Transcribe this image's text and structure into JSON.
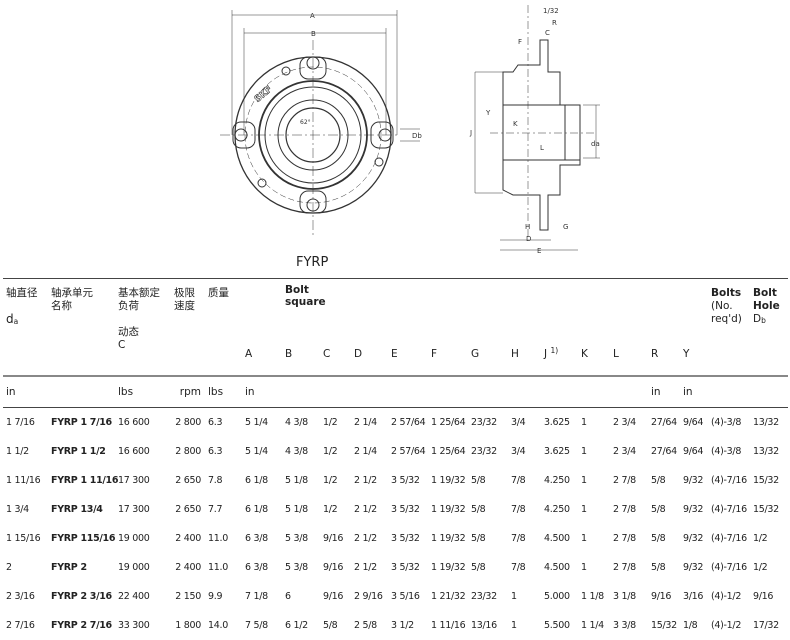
{
  "figure": {
    "caption": "FYRP",
    "logo_text": "SKF",
    "front_labels": {
      "A": "A",
      "B": "B",
      "Db": "Db",
      "angle": "62°"
    },
    "side_labels": {
      "t": "1/32",
      "R": "R",
      "C": "C",
      "F": "F",
      "Y": "Y",
      "K": "K",
      "J": "J",
      "L": "L",
      "da": "da",
      "H": "H",
      "G": "G",
      "D": "D",
      "E": "E"
    }
  },
  "table": {
    "headers": {
      "da_cn": "轴直径",
      "da_sym": "d",
      "da_sub": "a",
      "name_cn1": "轴承单元",
      "name_cn2": "名称",
      "load_cn1": "基本额定",
      "load_cn2": "负荷",
      "load_dyn": "动态",
      "load_sym": "C",
      "speed_cn1": "极限",
      "speed_cn2": "速度",
      "mass_cn": "质量",
      "bolt_square1": "Bolt",
      "bolt_square2": "square",
      "A": "A",
      "B": "B",
      "C": "C",
      "D": "D",
      "E": "E",
      "F": "F",
      "G": "G",
      "H": "H",
      "J": "J",
      "J_note": "1)",
      "K": "K",
      "L": "L",
      "R": "R",
      "Y": "Y",
      "bolts1": "Bolts",
      "bolts2": "(No.",
      "bolts3": "req'd)",
      "hole1": "Bolt",
      "hole2": "Hole",
      "hole_sym": "D",
      "hole_sub": "b"
    },
    "units": {
      "da": "in",
      "C": "lbs",
      "speed": "rpm",
      "mass": "lbs",
      "A": "in",
      "R": "in",
      "Y": "in"
    },
    "rows": [
      [
        "1 7/16",
        "FYRP 1 7/16",
        "16 600",
        "2 800",
        "6.3",
        "5 1/4",
        "4 3/8",
        "1/2",
        "2 1/4",
        "2 57/64",
        "1 25/64",
        "23/32",
        "3/4",
        "3.625",
        "1",
        "2 3/4",
        "27/64",
        "9/64",
        "(4)-3/8",
        "13/32"
      ],
      [
        "1 1/2",
        "FYRP 1 1/2",
        "16 600",
        "2 800",
        "6.3",
        "5 1/4",
        "4 3/8",
        "1/2",
        "2 1/4",
        "2 57/64",
        "1 25/64",
        "23/32",
        "3/4",
        "3.625",
        "1",
        "2 3/4",
        "27/64",
        "9/64",
        "(4)-3/8",
        "13/32"
      ],
      [
        "1 11/16",
        "FYRP 1 11/16",
        "17 300",
        "2 650",
        "7.8",
        "6 1/8",
        "5 1/8",
        "1/2",
        "2 1/2",
        "3 5/32",
        "1 19/32",
        "5/8",
        "7/8",
        "4.250",
        "1",
        "2 7/8",
        "5/8",
        "9/32",
        "(4)-7/16",
        "15/32"
      ],
      [
        "1 3/4",
        "FYRP 13/4",
        "17 300",
        "2 650",
        "7.7",
        "6 1/8",
        "5 1/8",
        "1/2",
        "2 1/2",
        "3 5/32",
        "1 19/32",
        "5/8",
        "7/8",
        "4.250",
        "1",
        "2 7/8",
        "5/8",
        "9/32",
        "(4)-7/16",
        "15/32"
      ],
      [
        "1 15/16",
        "FYRP 115/16",
        "19 000",
        "2 400",
        "11.0",
        "6 3/8",
        "5 3/8",
        "9/16",
        "2 1/2",
        "3 5/32",
        "1 19/32",
        "5/8",
        "7/8",
        "4.500",
        "1",
        "2 7/8",
        "5/8",
        "9/32",
        "(4)-7/16",
        "1/2"
      ],
      [
        "2",
        "FYRP 2",
        "19 000",
        "2 400",
        "11.0",
        "6 3/8",
        "5 3/8",
        "9/16",
        "2 1/2",
        "3 5/32",
        "1 19/32",
        "5/8",
        "7/8",
        "4.500",
        "1",
        "2 7/8",
        "5/8",
        "9/32",
        "(4)-7/16",
        "1/2"
      ],
      [
        "2 3/16",
        "FYRP 2 3/16",
        "22 400",
        "2 150",
        "9.9",
        "7 1/8",
        "6",
        "9/16",
        "2 9/16",
        "3 5/16",
        "1 21/32",
        "23/32",
        "1",
        "5.000",
        "1 1/8",
        "3 1/8",
        "9/16",
        "3/16",
        "(4)-1/2",
        "9/16"
      ],
      [
        "2 7/16",
        "FYRP 2 7/16",
        "33 300",
        "1 800",
        "14.0",
        "7 5/8",
        "6 1/2",
        "5/8",
        "2 5/8",
        "3 1/2",
        "1 11/16",
        "13/16",
        "1",
        "5.500",
        "1 1/4",
        "3 3/8",
        "15/32",
        "1/8",
        "(4)-1/2",
        "17/32"
      ]
    ]
  }
}
